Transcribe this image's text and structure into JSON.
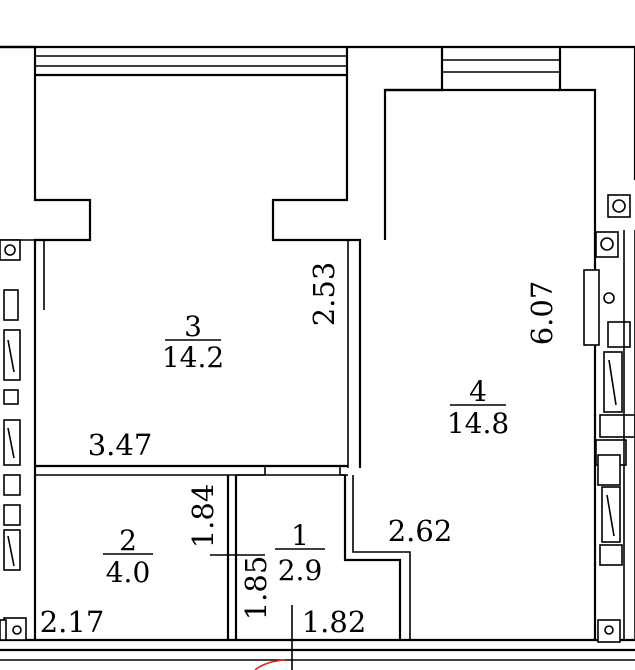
{
  "rooms": [
    {
      "number": "3",
      "area": "14.2"
    },
    {
      "number": "4",
      "area": "14.8"
    },
    {
      "number": "2",
      "area": "4.0"
    },
    {
      "number": "1",
      "area": "2.9"
    }
  ],
  "dimensions": {
    "room3_height": "2.53",
    "room3_width": "3.47",
    "room4_height": "6.07",
    "room4_corridor": "2.62",
    "room2_height": "1.84",
    "room2_width": "2.17",
    "room1_height": "1.85",
    "room1_width": "1.82"
  }
}
